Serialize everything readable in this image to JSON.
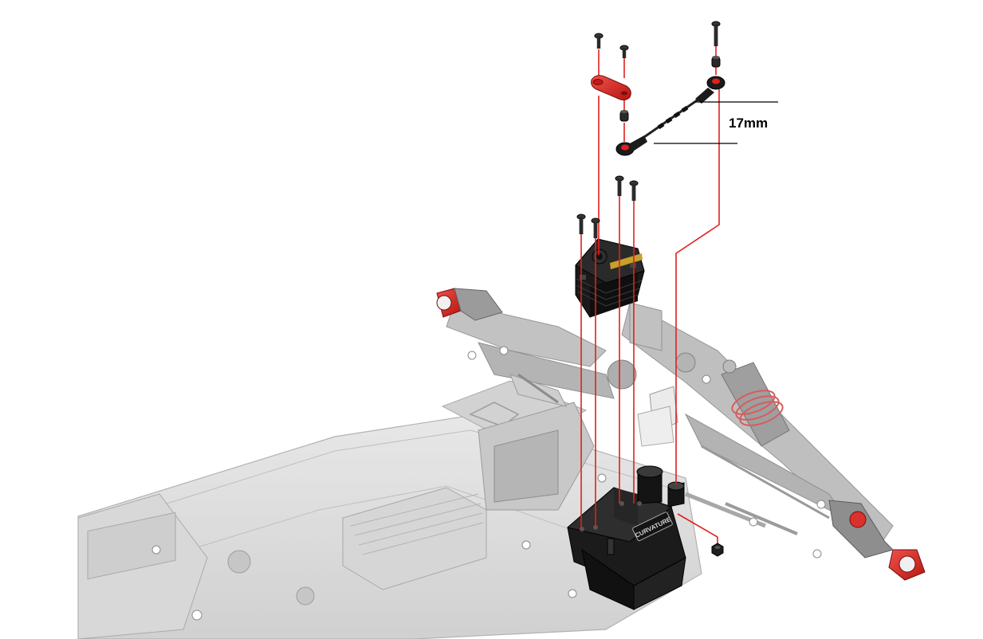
{
  "diagram": {
    "dimension_label": "17mm",
    "brand_mark": "CURVATURE",
    "colors": {
      "background": "#ffffff",
      "ghost_chassis": "#9c9c9c",
      "ghost_chassis_fill": "#d9d9d9",
      "highlight_part": "#e0201e",
      "guide_line": "#e0201e",
      "dark_part": "#1c1c1c",
      "accent_band": "#c8a02a",
      "dimension_line": "#000000"
    },
    "parts": [
      "servo-horn",
      "servo",
      "servo-mount",
      "turnbuckle-link",
      "ball-end",
      "pivot-ball",
      "screw",
      "nylon-nut"
    ]
  }
}
